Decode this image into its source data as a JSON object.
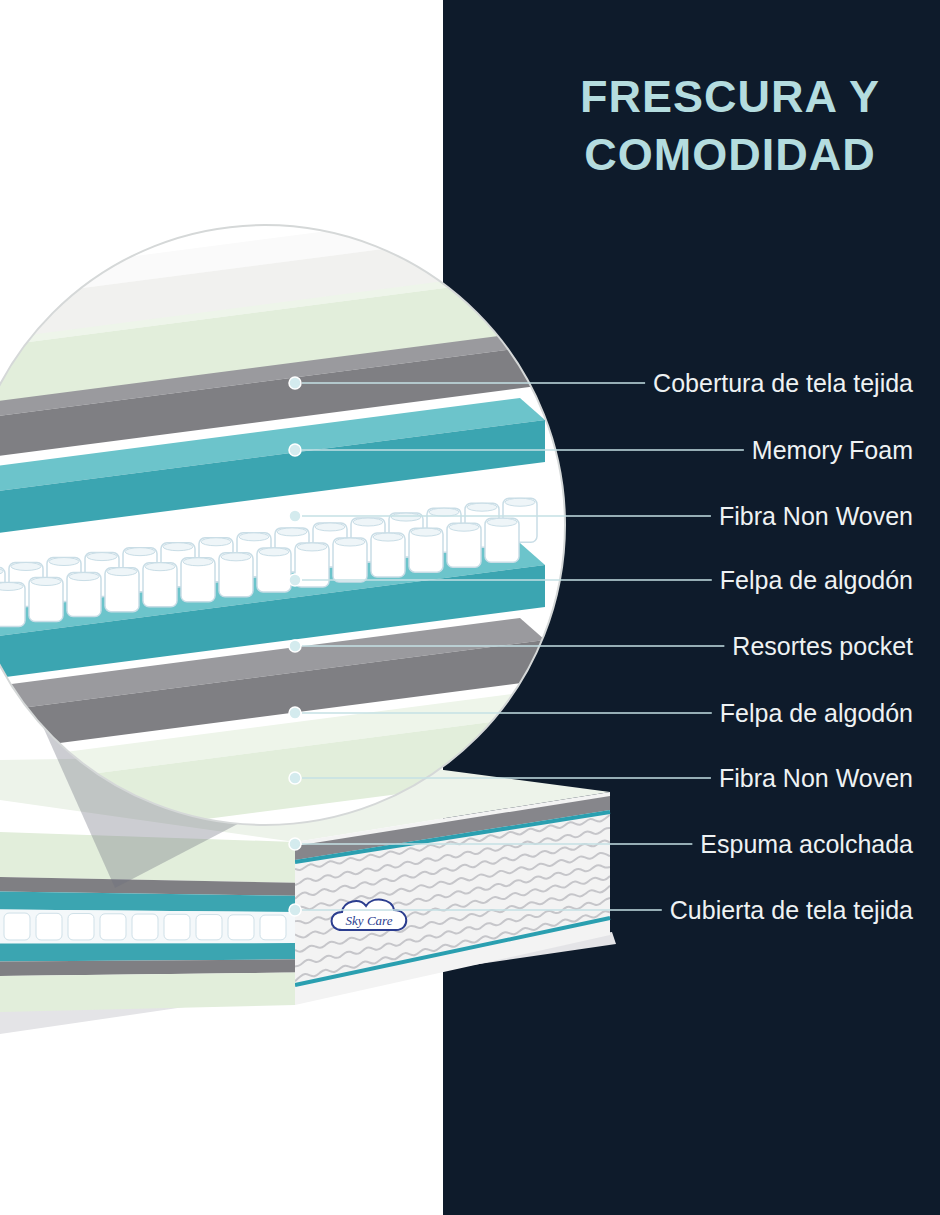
{
  "diagram": {
    "title": "FRESCURA Y COMODIDAD",
    "labels": [
      "Cobertura de tela tejida",
      "Memory Foam",
      "Fibra Non Woven",
      "Felpa de algodón",
      "Resortes pocket",
      "Felpa de algodón",
      "Fibra Non Woven",
      "Espuma acolchada",
      "Cubierta de tela tejida",
      "Sky Care"
    ]
  }
}
